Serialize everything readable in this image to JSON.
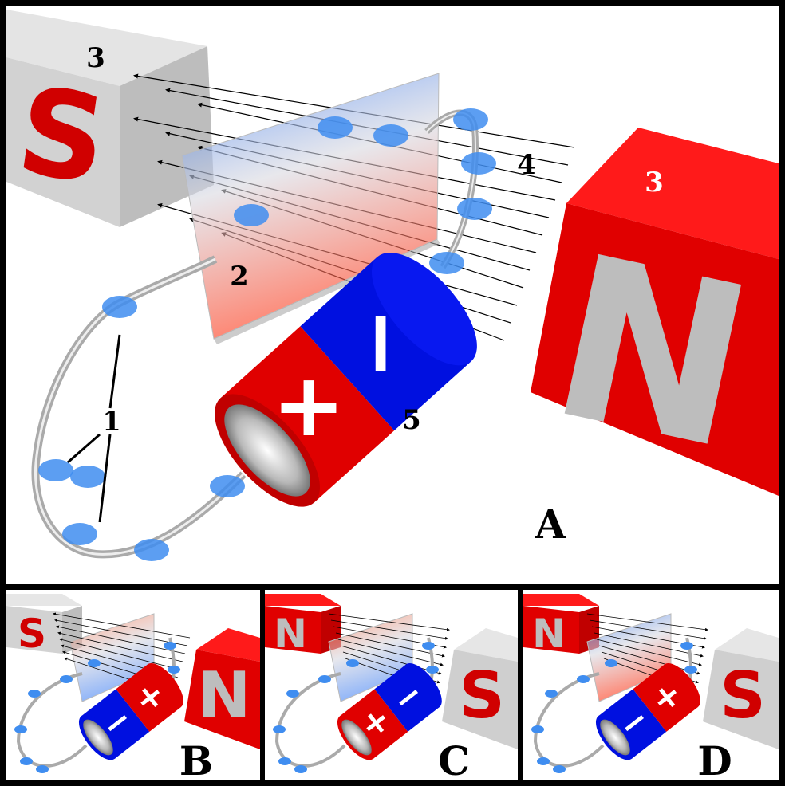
{
  "panels": {
    "A": {
      "letter": "A",
      "magnet_left": {
        "pole": "S",
        "number": "3"
      },
      "magnet_right": {
        "pole": "N",
        "number": "3"
      },
      "plate_number": "2",
      "field_number": "4",
      "charge_carriers_number": "1",
      "battery_number": "5",
      "battery_plus": "+",
      "battery_minus": "−"
    },
    "B": {
      "letter": "B",
      "pole_left": "S",
      "pole_right": "N",
      "battery_plus": "+",
      "battery_minus": "−"
    },
    "C": {
      "letter": "C",
      "pole_left": "N",
      "pole_right": "S",
      "battery_plus": "+",
      "battery_minus": "−"
    },
    "D": {
      "letter": "D",
      "pole_left": "N",
      "pole_right": "S",
      "battery_plus": "+",
      "battery_minus": "−"
    }
  },
  "colors": {
    "magnet_red": "#e00000",
    "magnet_grey": "#c8c8c8",
    "battery_red": "#e00000",
    "battery_blue": "#0010e0",
    "carrier_blue": "#3f8df0",
    "border": "#000000"
  }
}
